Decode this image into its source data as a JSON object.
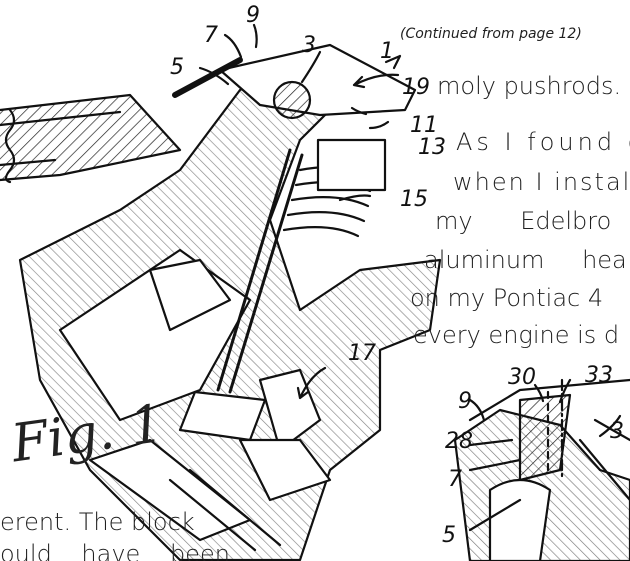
{
  "article": {
    "continued": "(Continued from page 12)",
    "lines": [
      "moly pushrods.",
      "As I found o",
      "when I instal",
      "my Edelbro",
      "aluminum hea",
      "on my Pontiac 4",
      "every engine is d"
    ],
    "bottom_lines": [
      "erent. The block",
      "ould have been"
    ]
  },
  "figure1": {
    "label": "Fig. 1",
    "refs": [
      "9",
      "7",
      "3",
      "1",
      "5",
      "19",
      "11",
      "13",
      "15",
      "17"
    ]
  },
  "figure2": {
    "refs": [
      "30",
      "33",
      "9",
      "28",
      "7",
      "5",
      "3"
    ]
  },
  "icons": [
    "patent-drawing-cylinder-head",
    "patent-drawing-rocker-detail"
  ]
}
